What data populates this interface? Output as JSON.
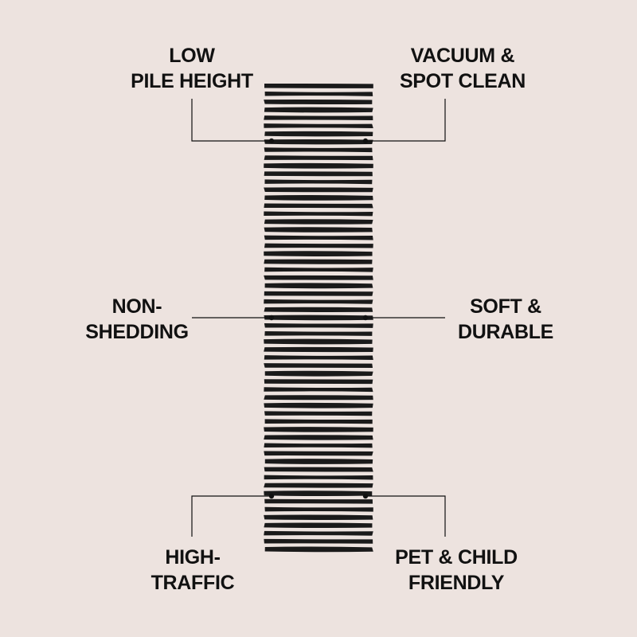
{
  "colors": {
    "background": "#ede3df",
    "ink": "#111111",
    "rug": "#1a1a1a"
  },
  "features": {
    "top_left": {
      "line1": "LOW",
      "line2": "PILE HEIGHT"
    },
    "top_right": {
      "line1": "VACUUM &",
      "line2": "SPOT CLEAN"
    },
    "middle_left": {
      "line1": "NON-",
      "line2": "SHEDDING"
    },
    "middle_right": {
      "line1": "SOFT &",
      "line2": "DURABLE"
    },
    "bottom_left": {
      "line1": "HIGH-",
      "line2": "TRAFFIC"
    },
    "bottom_right": {
      "line1": "PET & CHILD",
      "line2": "FRIENDLY"
    }
  }
}
